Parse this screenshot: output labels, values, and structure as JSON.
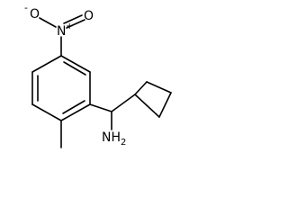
{
  "structure": {
    "type": "skeletal-formula",
    "rings": [
      "benzene",
      "cyclobutane"
    ]
  },
  "labels": {
    "nitro_oxygen_single": "O",
    "nitro_oxygen_single_charge": "-",
    "nitro_nitrogen": "N",
    "nitro_nitrogen_charge": "+",
    "nitro_oxygen_double": "O",
    "amine": "NH",
    "amine_subscript": "2"
  },
  "style": {
    "bond_color": "#000000",
    "background": "#ffffff"
  }
}
